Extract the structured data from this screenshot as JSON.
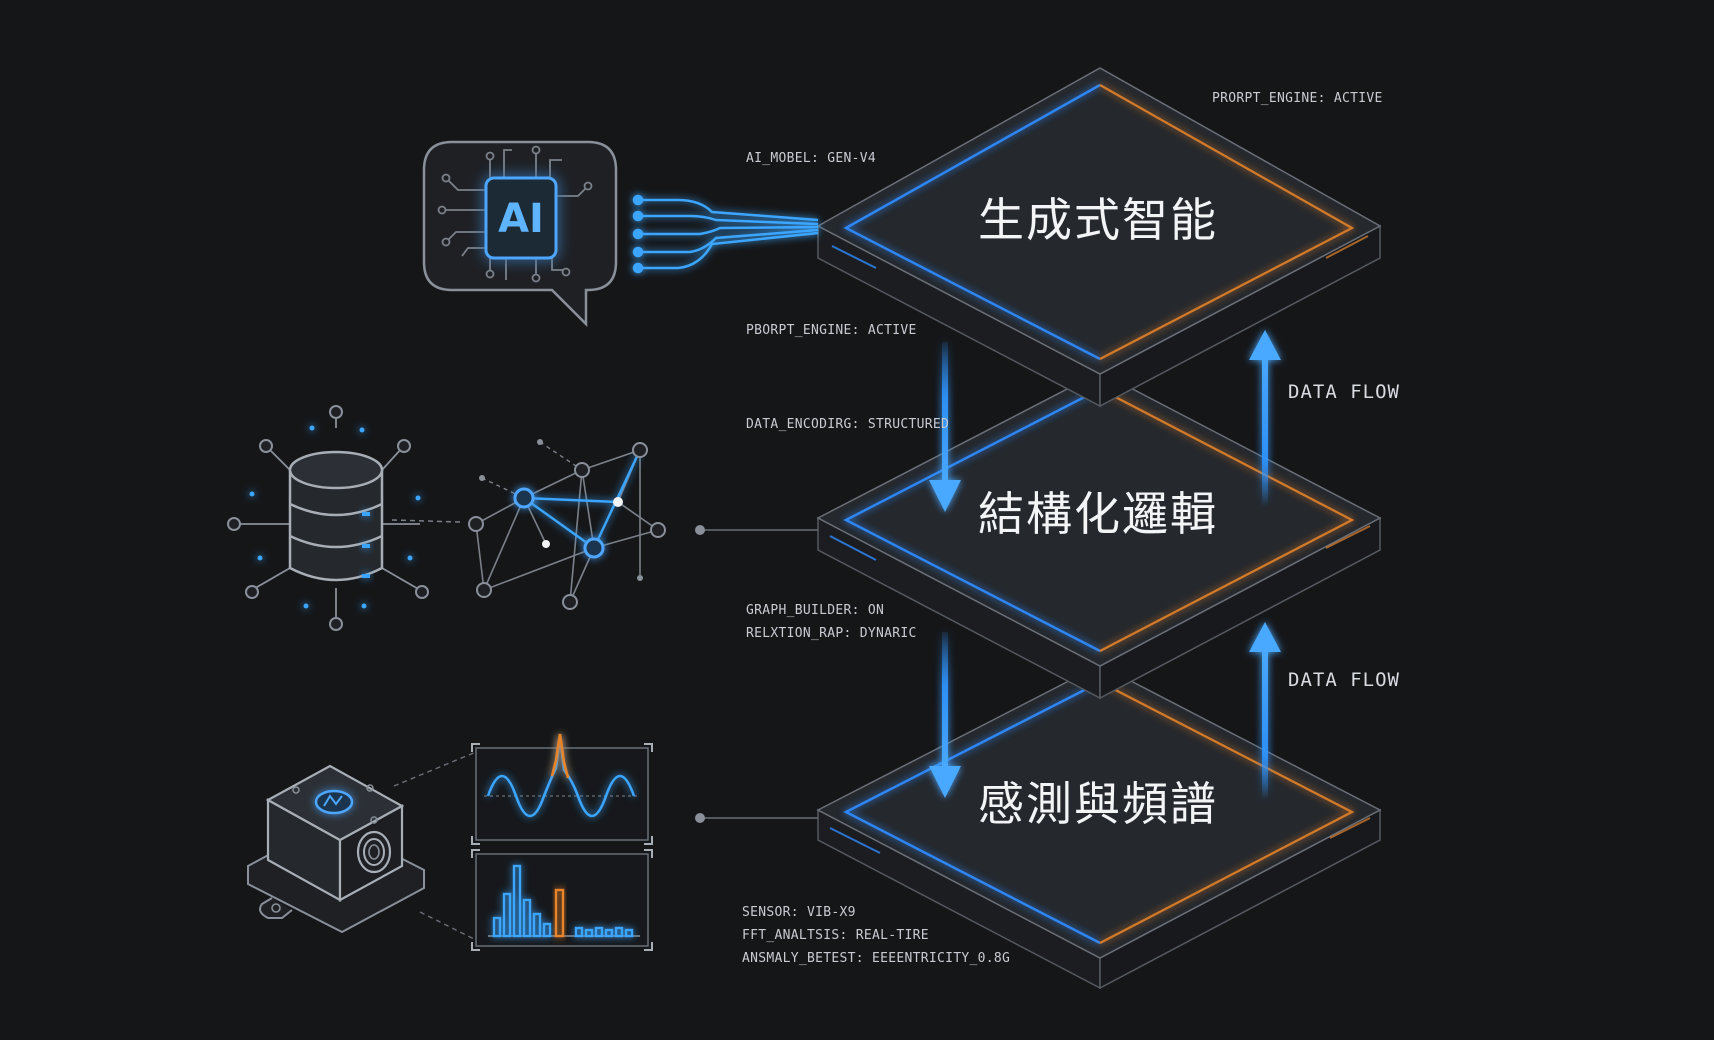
{
  "layers": {
    "top": {
      "title": "生成式智能"
    },
    "middle": {
      "title": "結構化邏輯"
    },
    "bottom": {
      "title": "感測與頻譜"
    }
  },
  "flow_labels": [
    "DATA FLOW",
    "DATA FLOW"
  ],
  "annotations": {
    "top_right": "PRORPT_ENGINE: ACTIVE",
    "ai_model": "AI_MOBEL: GEN-V4",
    "prompt_engine": "PBORPT_ENGINE: ACTIVE",
    "data_encoding": "DATA_ENCODIRG: STRUCTURED",
    "graph_builder": "GRAPH_BUILDER: ON",
    "relation_map": "RELXTION_RAP: DYNARIC",
    "sensor": "SENSOR: VIB-X9",
    "fft": "FFT_ANALTSIS: REAL-TIRE",
    "anomaly": "ANSMALY_BETEST: EEEENTRICITY_0.8G"
  },
  "icons": {
    "ai": {
      "text": "AI",
      "name": "ai-chip-chat-icon"
    },
    "database": {
      "name": "database-icon"
    },
    "graph": {
      "name": "network-graph-icon"
    },
    "sensor": {
      "name": "vibration-sensor-icon"
    },
    "waveform": {
      "name": "waveform-icon"
    },
    "spectrum": {
      "name": "spectrum-bars-icon"
    }
  },
  "colors": {
    "background": "#151618",
    "panel": "#23262b",
    "edge_blue": "#2f8cff",
    "edge_orange": "#e8842c",
    "arrow_blue": "#2f95ff",
    "wire_blue": "#3aa5ff"
  }
}
